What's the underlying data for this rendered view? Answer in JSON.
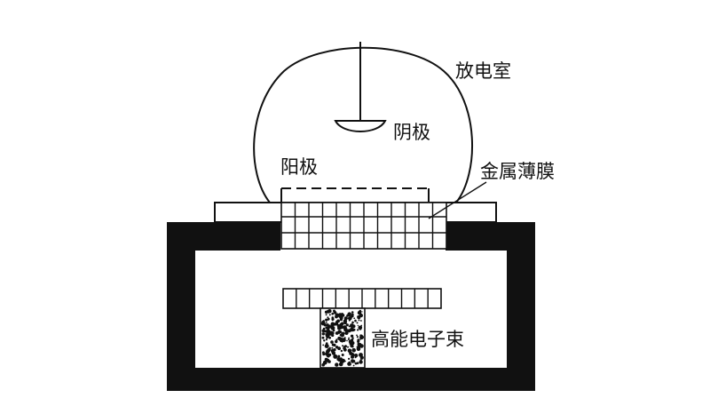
{
  "labels": {
    "chamber": "放电室",
    "cathode": "阴极",
    "anode": "阳极",
    "foil": "金属薄膜",
    "beam": "高能电子束"
  },
  "colors": {
    "ink": "#111111",
    "background": "#ffffff"
  }
}
